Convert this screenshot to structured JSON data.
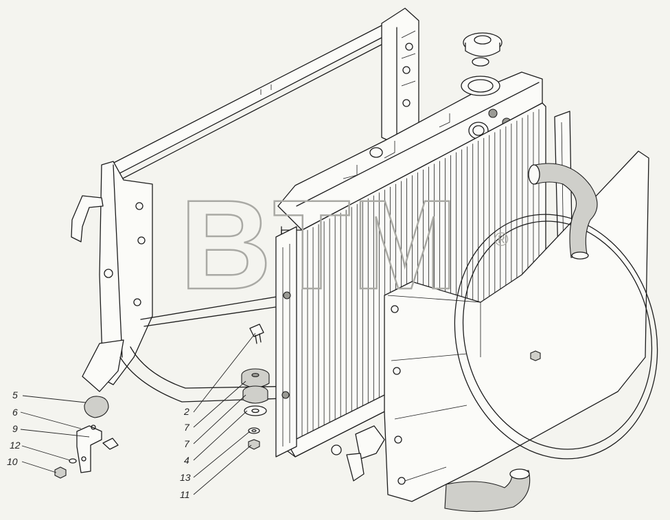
{
  "watermark": {
    "text": "BTM",
    "registered_mark": "®",
    "color": "#b9b9b4"
  },
  "callouts": [
    {
      "id": "c5",
      "label": "5"
    },
    {
      "id": "c6",
      "label": "6"
    },
    {
      "id": "c9",
      "label": "9"
    },
    {
      "id": "c12",
      "label": "12"
    },
    {
      "id": "c10",
      "label": "10"
    },
    {
      "id": "c2",
      "label": "2"
    },
    {
      "id": "c7a",
      "label": "7"
    },
    {
      "id": "c7b",
      "label": "7"
    },
    {
      "id": "c4",
      "label": "4"
    },
    {
      "id": "c13",
      "label": "13"
    },
    {
      "id": "c11",
      "label": "11"
    }
  ]
}
